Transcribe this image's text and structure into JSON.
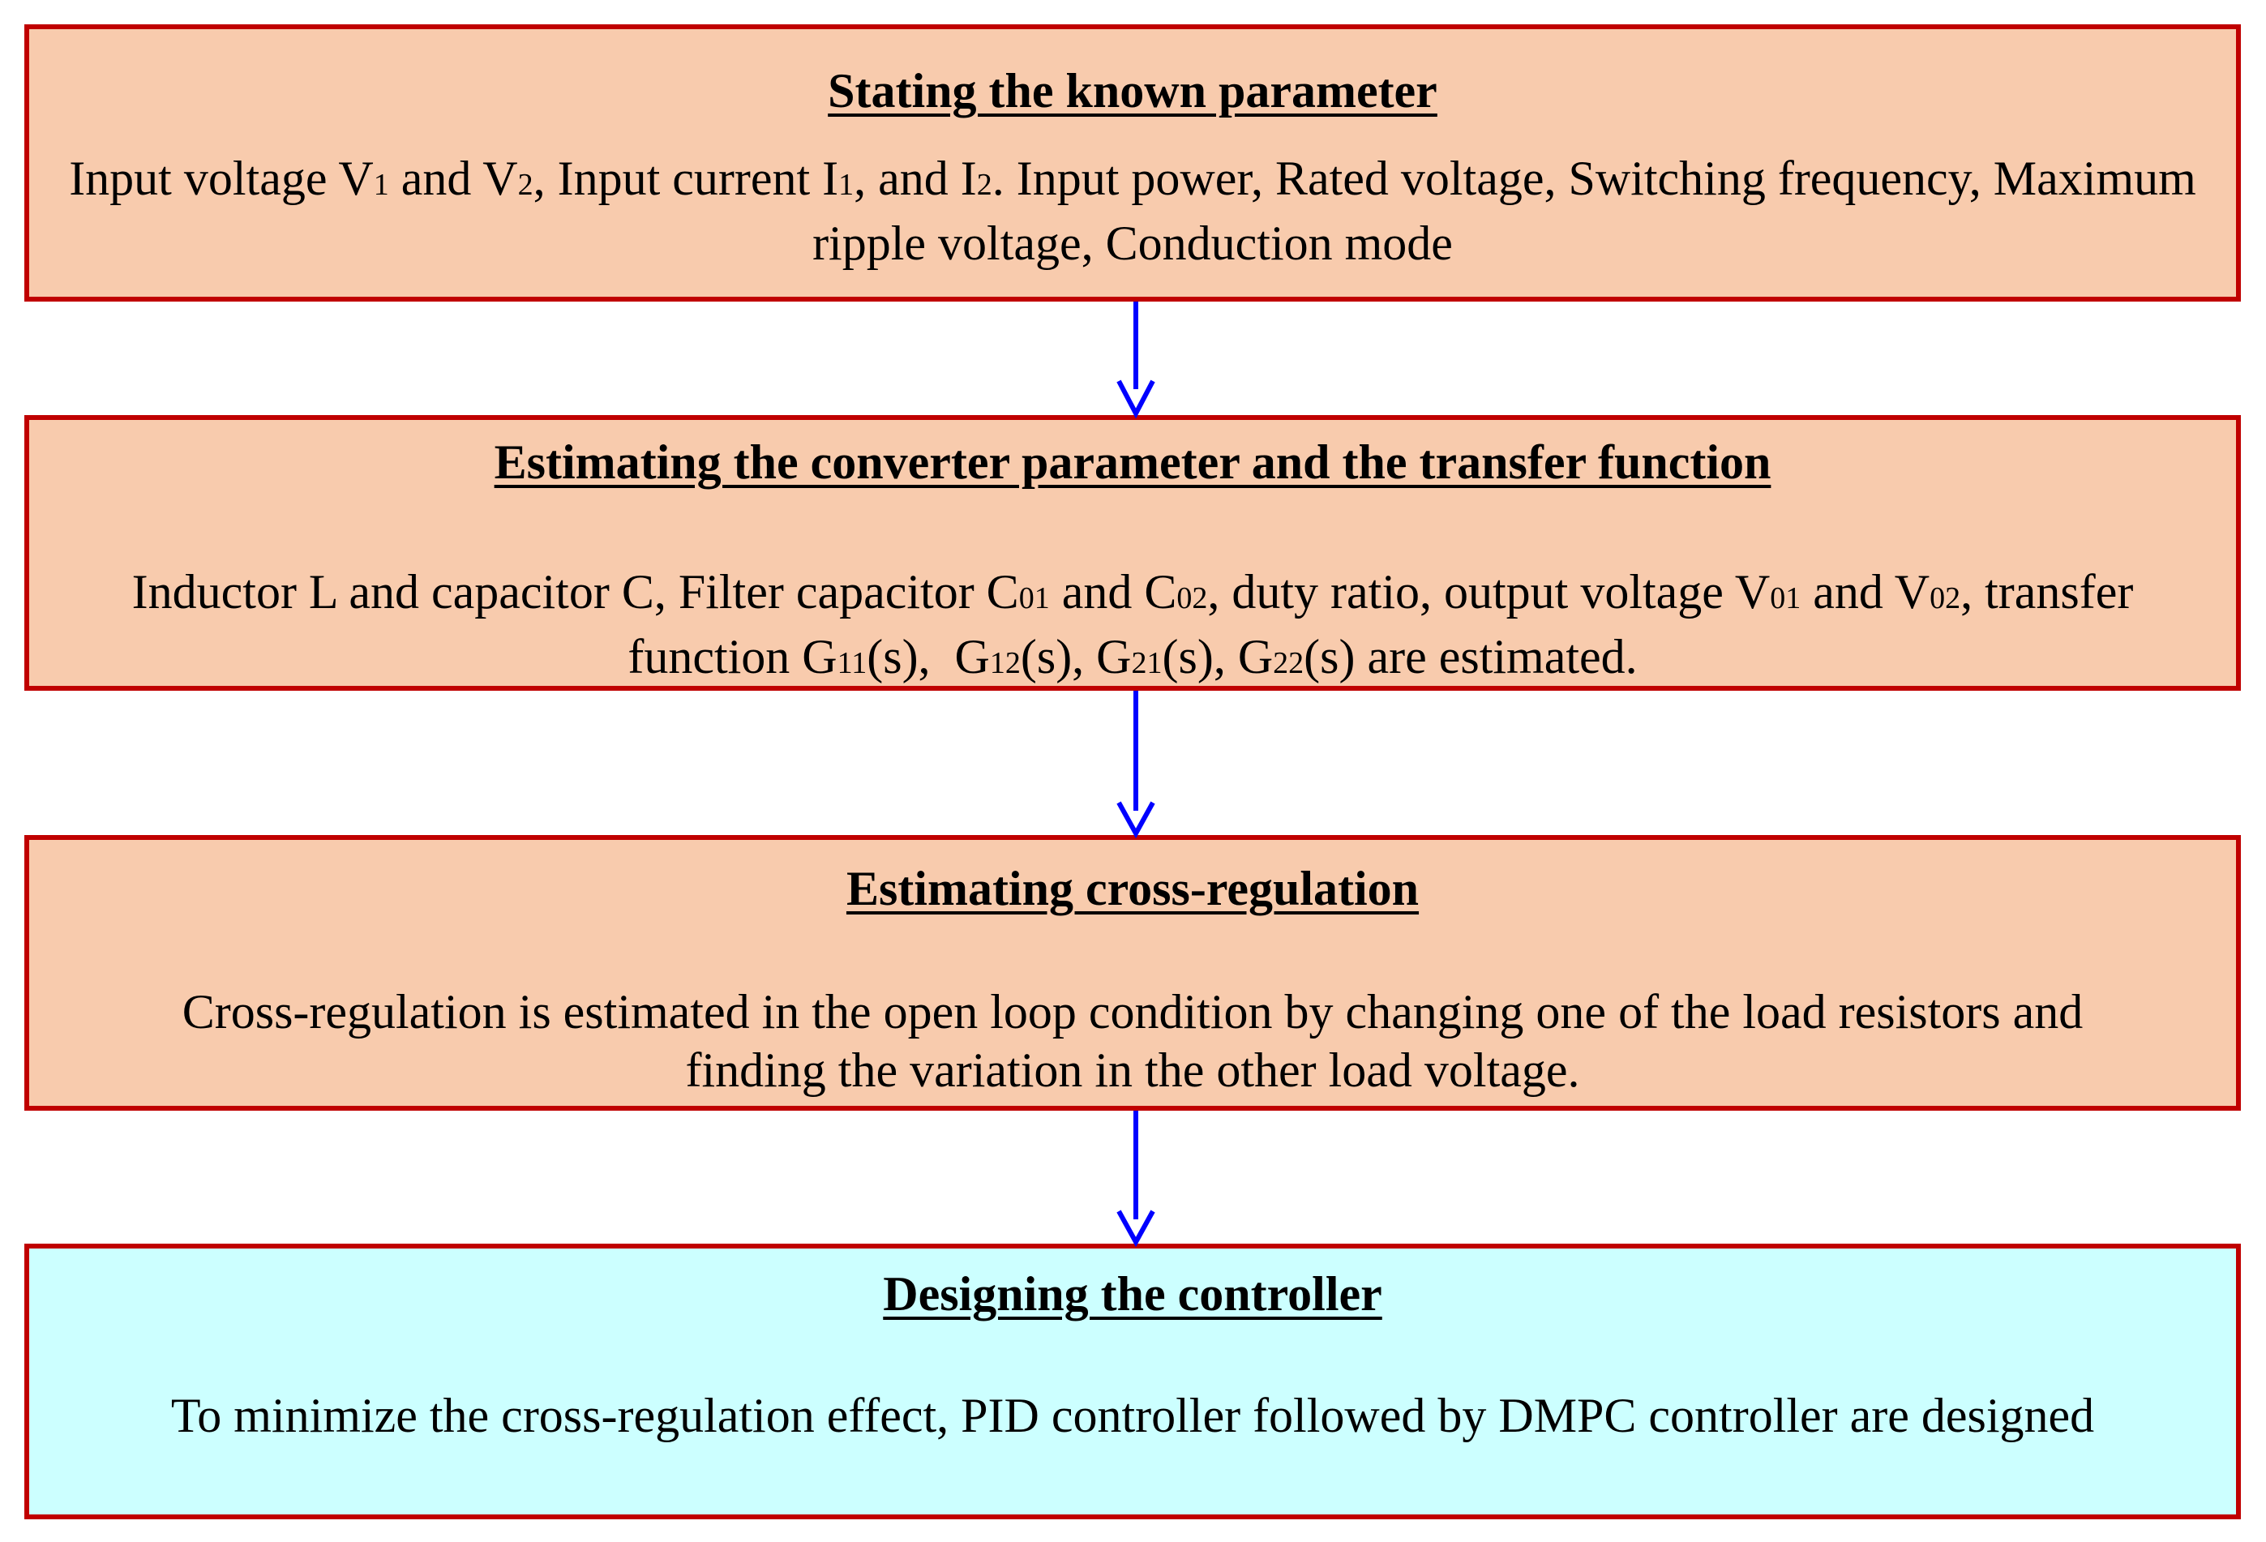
{
  "colors": {
    "box_fill": "#f8cbad",
    "box_fill_final": "#ccffff",
    "box_border": "#c00000",
    "arrow": "#0000ff"
  },
  "steps": [
    {
      "title": "Stating the known parameter",
      "body": "Input voltage V1 and V2, Input current I1, and I2. Input power, Rated voltage, Switching frequency, Maximum ripple voltage, Conduction mode"
    },
    {
      "title": "Estimating the converter parameter and the transfer function",
      "body": "Inductor L and capacitor C, Filter capacitor C01 and C02, duty ratio, output voltage V01 and V02, transfer function G11(s),  G12(s), G21(s), G22(s) are estimated."
    },
    {
      "title": "Estimating cross-regulation",
      "body": "Cross-regulation is estimated in the open loop condition by changing one of the load resistors and finding the variation in the other load voltage."
    },
    {
      "title": "Designing the controller",
      "body": "To minimize the cross-regulation effect, PID controller followed by DMPC controller are designed"
    }
  ]
}
